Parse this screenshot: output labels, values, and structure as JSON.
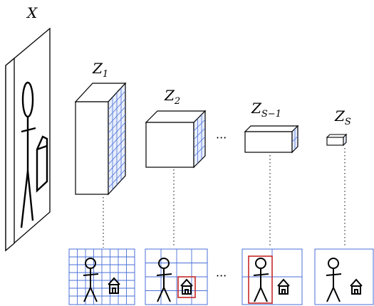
{
  "input": {
    "symbol": "X"
  },
  "feature_maps": [
    {
      "base": "Z",
      "sub": "1"
    },
    {
      "base": "Z",
      "sub": "2"
    },
    {
      "base": "Z",
      "sub": "S−1"
    },
    {
      "base": "Z",
      "sub": "S"
    }
  ],
  "ellipsis": "···",
  "colors": {
    "grid": "#4a6fd8",
    "grid_fill": "#e8eefc",
    "box": "#c62828",
    "stroke": "#000000"
  }
}
